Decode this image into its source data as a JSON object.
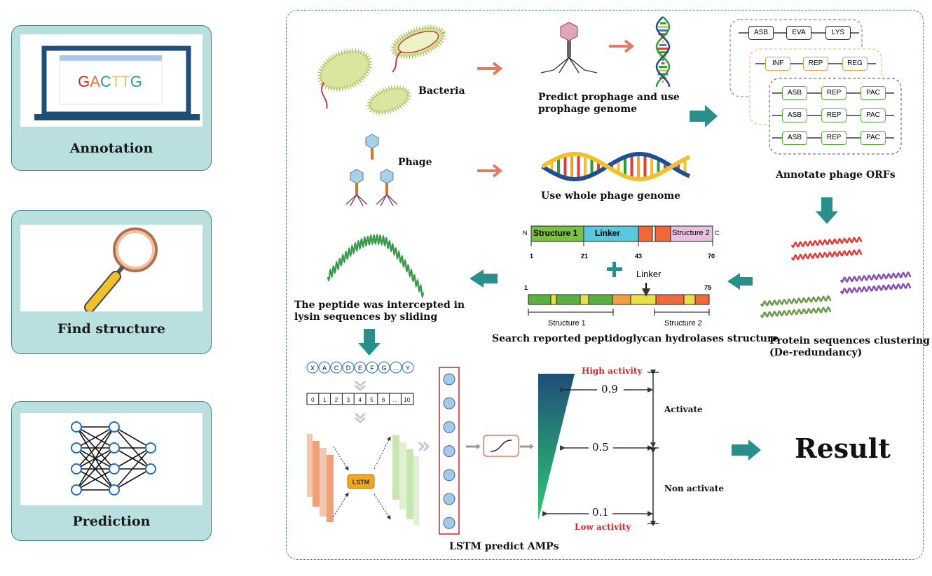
{
  "left_panel": {
    "annotation": {
      "label": "Annotation",
      "sequence": [
        "G",
        "A",
        "C",
        "T",
        "T",
        "G"
      ],
      "sequence_colors": [
        "#d62828",
        "#e76f51",
        "#2a9d8f",
        "#e9c46a",
        "#e9c46a",
        "#2a9d8f"
      ]
    },
    "find_structure": {
      "label": "Find structure"
    },
    "prediction": {
      "label": "Prediction"
    }
  },
  "bacteria": {
    "label": "Bacteria",
    "step_label": "Predict prophage and use\nprophage genome"
  },
  "phage": {
    "label": "Phage",
    "step_label": "Use whole phage genome"
  },
  "orfs": {
    "label": "Annotate phage ORFs",
    "row1": [
      "ASB",
      "EVA",
      "LYS"
    ],
    "row2": [
      "INF",
      "REP",
      "REG"
    ],
    "rows3": [
      [
        "ASB",
        "REP",
        "PAC"
      ],
      [
        "ASB",
        "REP",
        "PAC"
      ],
      [
        "ASB",
        "REP",
        "PAC"
      ]
    ]
  },
  "clustering": {
    "label": "Protein sequences clustering\n(De-redundancy)"
  },
  "structure_search": {
    "label": "Search reported peptidoglycan hydrolases structure",
    "bar1": {
      "n": "N",
      "c": "C",
      "seg1": "Structure 1",
      "seg2": "Linker",
      "seg3": "Structure 2",
      "ticks": [
        "1",
        "21",
        "43",
        "70"
      ]
    },
    "plus": "+",
    "bar2": {
      "linker": "Linker",
      "start": "1",
      "end": "75",
      "struct1": "Structure 1",
      "struct2": "Structure 2"
    }
  },
  "sliding": {
    "label": "The peptide was intercepted in\nlysin sequences by sliding"
  },
  "lstm": {
    "label": "LSTM predict AMPs",
    "tokens": [
      "X",
      "A",
      "C",
      "D",
      "E",
      "F",
      "G",
      "...",
      "Y"
    ],
    "indices": [
      "0",
      "1",
      "2",
      "3",
      "4",
      "5",
      "6",
      "...",
      "10"
    ],
    "block": "LSTM"
  },
  "activity": {
    "high": "High activity",
    "low": "Low activity",
    "thresholds": [
      "0.9",
      "0.5",
      "0.1"
    ],
    "activate": "Activate",
    "non_activate": "Non activate",
    "colors": {
      "top": "#1f4e79",
      "bottom": "#2ecc71",
      "label": "#d62828"
    }
  },
  "result": {
    "label": "Result"
  }
}
